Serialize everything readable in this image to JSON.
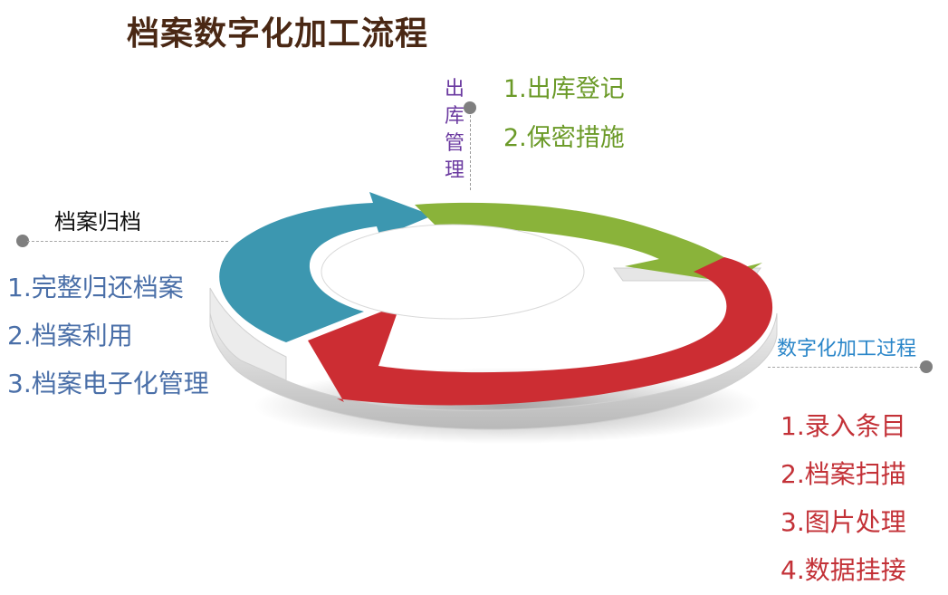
{
  "title": "档案数字化加工流程",
  "stages": {
    "top": {
      "label": "出库管理",
      "label_chars": [
        "出",
        "库",
        "管",
        "理"
      ],
      "items": [
        "1.出库登记",
        "2.保密措施"
      ],
      "color": "#8ab33a"
    },
    "left": {
      "label": "档案归档",
      "items": [
        "1.完整归还档案",
        "2.档案利用",
        "3.档案电子化管理"
      ],
      "color": "#3c97b0"
    },
    "right": {
      "label": "数字化加工过程",
      "items": [
        "1.录入条目",
        "2.档案扫描",
        "3.图片处理",
        "4.数据挂接"
      ],
      "color": "#cc2d33"
    }
  }
}
